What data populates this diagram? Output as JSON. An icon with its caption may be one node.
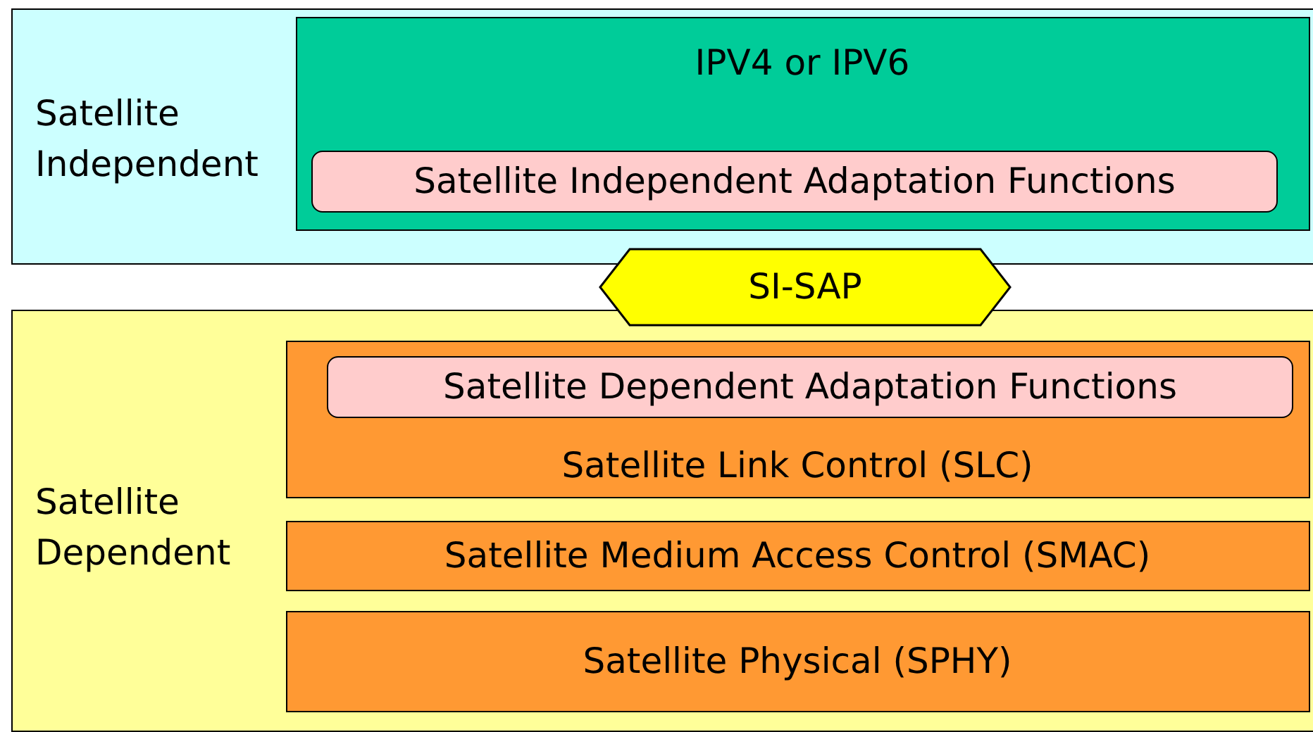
{
  "diagram": {
    "nodes": [
      {
        "text": [
          "Satellite Independent"
        ]
      },
      {
        "text": [
          "IPV4 or IPV6"
        ],
        "in": 0
      },
      {
        "text": [
          "Satellite Independent Adaptation Functions"
        ],
        "in": 1
      },
      {
        "text": [
          "SI-SAP"
        ]
      },
      {
        "text": [
          "Satellite Dependent"
        ]
      },
      {
        "text": [
          "Satellite Link Control (SLC)"
        ],
        "in": 4
      },
      {
        "text": [
          "Satellite Dependent Adaptation Functions"
        ],
        "in": 5
      },
      {
        "text": [
          "Satellite Medium Access Control (SMAC)"
        ],
        "in": 4
      },
      {
        "text": [
          "Satellite Physical (SPHY)"
        ],
        "in": 4
      }
    ]
  }
}
